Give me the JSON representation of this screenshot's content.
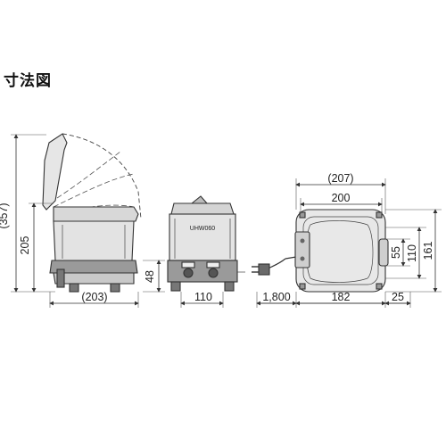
{
  "title": "寸法図",
  "side_view": {
    "height_total": "(357)",
    "height_body": "205",
    "height_lower": "48",
    "depth": "(203)"
  },
  "front_view": {
    "width": "110",
    "model_label": "UHW060"
  },
  "top_view": {
    "width_overall": "(207)",
    "width": "200",
    "depth": "161",
    "inner_110": "110",
    "inner_55": "55",
    "cord_length": "1,800",
    "base_width": "182",
    "offset": "25"
  },
  "colors": {
    "line": "#333333",
    "fill_light": "#e8e8e8",
    "fill_mid": "#cfcfcf",
    "fill_dark": "#7a7a7a"
  }
}
